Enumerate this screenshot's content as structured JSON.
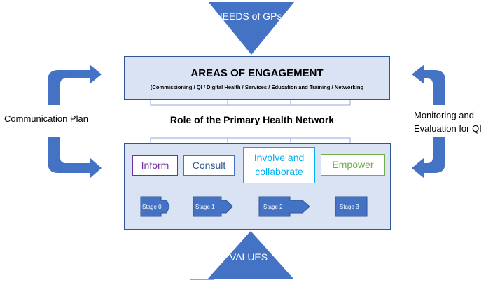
{
  "top_triangle": {
    "label": "NEEDS of GPs"
  },
  "bottom_triangle": {
    "label": "VALUES"
  },
  "engagement": {
    "title": "AREAS OF ENGAGEMENT",
    "subtitle": "(Commissioning / QI / Digital Health / Services / Education and Training / Networking"
  },
  "role_label": "Role of the Primary Health Network",
  "levels": {
    "inform": "Inform",
    "consult": "Consult",
    "involve_line1": "Involve and",
    "involve_line2": "collaborate",
    "empower": "Empower"
  },
  "stages": [
    "Stage 0",
    "Stage 1",
    "Stage 2",
    "Stage 3"
  ],
  "left_cycle": {
    "label": "Communication Plan"
  },
  "right_cycle": {
    "label_line1": "Monitoring and",
    "label_line2": "Evaluation for QI"
  },
  "colors": {
    "shape_blue": "#4472c4",
    "border_navy": "#2f5597",
    "box_fill": "#dae3f3",
    "inform": "#7030a0",
    "consult": "#2f5597",
    "involve": "#00b0f0",
    "empower": "#70ad47"
  }
}
